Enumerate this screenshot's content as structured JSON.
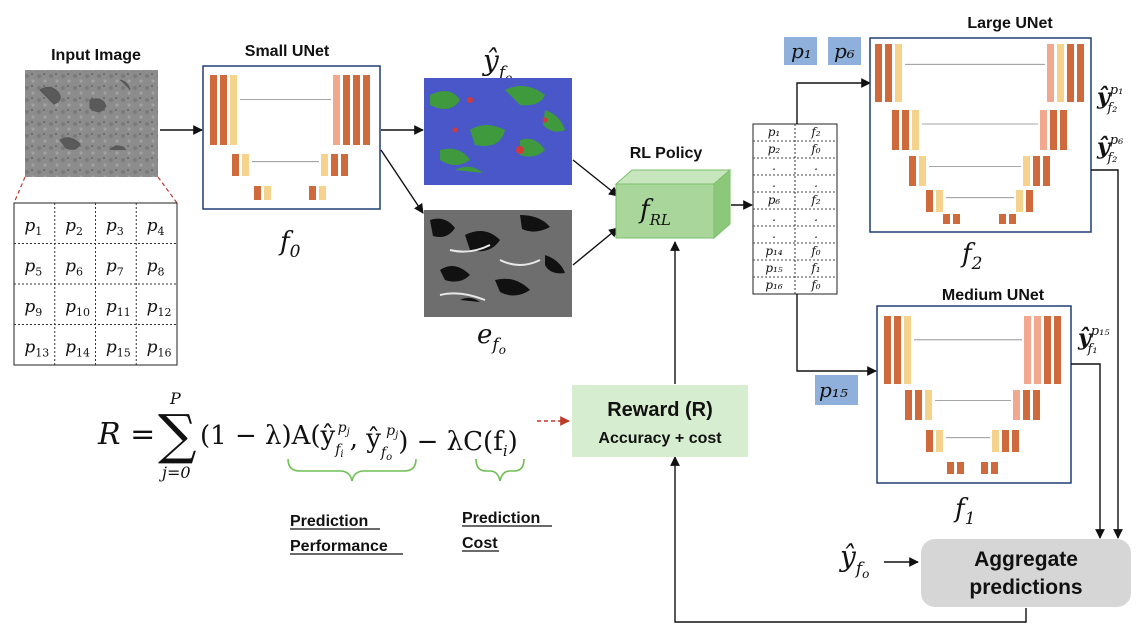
{
  "colors": {
    "unet_dark": "#cf6a3c",
    "unet_light": "#f6d38c",
    "unet_pink": "#f2a78f",
    "box_border": "#1f3f76",
    "green_box": "#a9d79b",
    "green_box_light": "#d7edd0",
    "green_brace": "#6fbf55",
    "patch_tag": "#8fb0da",
    "aggregate_box": "#d6d6d6",
    "dashed_red": "#c0392b"
  },
  "input": {
    "title": "Input Image",
    "grid": [
      [
        "p",
        "1"
      ],
      [
        "p",
        "2"
      ],
      [
        "p",
        "3"
      ],
      [
        "p",
        "4"
      ],
      [
        "p",
        "5"
      ],
      [
        "p",
        "6"
      ],
      [
        "p",
        "7"
      ],
      [
        "p",
        "8"
      ],
      [
        "p",
        "9"
      ],
      [
        "p",
        "10"
      ],
      [
        "p",
        "11"
      ],
      [
        "p",
        "12"
      ],
      [
        "p",
        "13"
      ],
      [
        "p",
        "14"
      ],
      [
        "p",
        "15"
      ],
      [
        "p",
        "16"
      ]
    ]
  },
  "small_unet": {
    "title": "Small UNet",
    "fn": "f",
    "fn_sub": "0"
  },
  "pred_top": {
    "label": "ŷ",
    "sub": "f",
    "subsub": "o"
  },
  "pred_err": {
    "label": "e",
    "sub": "f",
    "subsub": "o"
  },
  "rl": {
    "title": "RL Policy",
    "fn": "f",
    "fn_sub": "RL"
  },
  "policy_table": {
    "rows": [
      [
        "p₁",
        "f₂"
      ],
      [
        "p₂",
        "f₀"
      ],
      [
        ".",
        "."
      ],
      [
        ".",
        "."
      ],
      [
        "p₆",
        "f₂"
      ],
      [
        ".",
        "."
      ],
      [
        ".",
        "."
      ],
      [
        "p₁₄",
        "f₀"
      ],
      [
        "p₁₅",
        "f₁"
      ],
      [
        "p₁₆",
        "f₀"
      ]
    ]
  },
  "large_unet": {
    "title": "Large UNet",
    "fn": "f",
    "fn_sub": "2",
    "tags": [
      "p₁",
      "p₆"
    ],
    "out1": {
      "base": "ŷ",
      "sup": "p₁",
      "sub": "f₂"
    },
    "out2": {
      "base": "ŷ",
      "sup": "p₆",
      "sub": "f₂"
    }
  },
  "medium_unet": {
    "title": "Medium UNet",
    "fn": "f",
    "fn_sub": "1",
    "tag": "p₁₅",
    "out": {
      "base": "ŷ",
      "sup": "p₁₅",
      "sub": "f₁"
    }
  },
  "reward": {
    "title": "Reward (R)",
    "subtitle": "Accuracy + cost"
  },
  "equation": {
    "lhs": "R =",
    "sum_top": "P",
    "sum_bottom": "j=0",
    "body": "(1 − λ)A(ŷ",
    "part2": ", ŷ",
    "part3": ") − λC(f",
    "end": ")"
  },
  "brace_labels": {
    "perf": [
      "Prediction",
      "Performance"
    ],
    "cost": [
      "Prediction",
      "Cost"
    ]
  },
  "aggregate": {
    "title_line1": "Aggregate",
    "title_line2": "predictions",
    "input_label": "ŷ",
    "input_sub": "f",
    "input_subsub": "o"
  }
}
